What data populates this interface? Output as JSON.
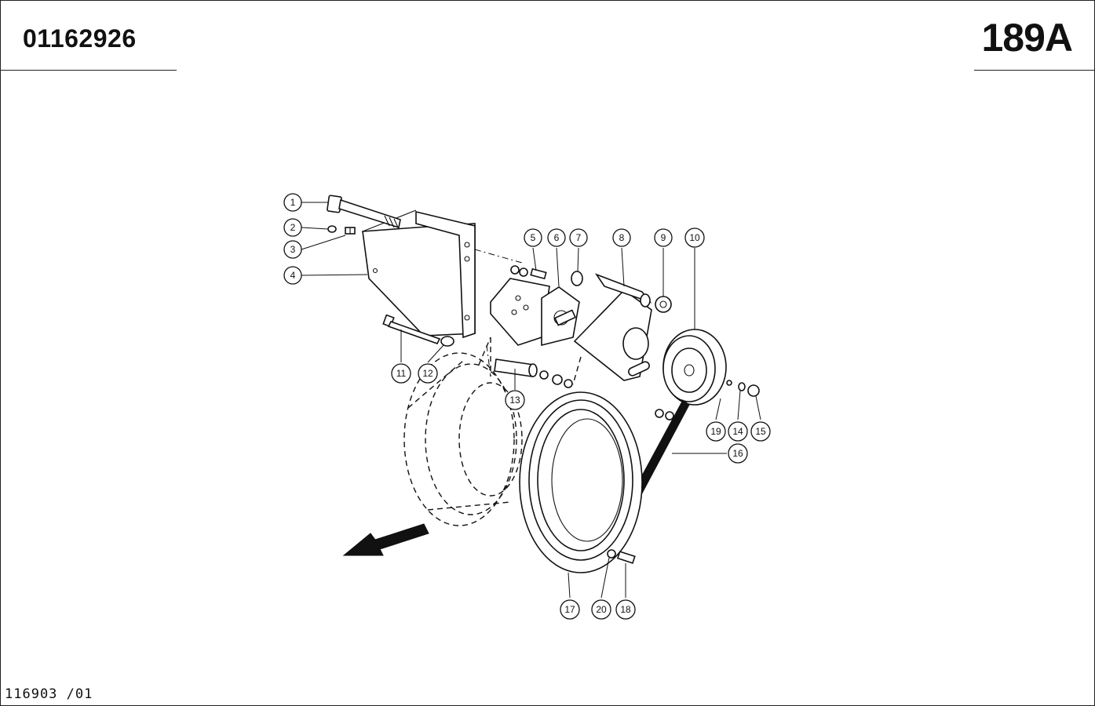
{
  "header": {
    "document_number": "01162926",
    "page_code": "189A"
  },
  "footer": {
    "reference": "116903 /01"
  },
  "diagram": {
    "callouts": [
      "1",
      "2",
      "3",
      "4",
      "5",
      "6",
      "7",
      "8",
      "9",
      "10",
      "11",
      "12",
      "13",
      "14",
      "15",
      "16",
      "17",
      "18",
      "19",
      "20"
    ]
  }
}
